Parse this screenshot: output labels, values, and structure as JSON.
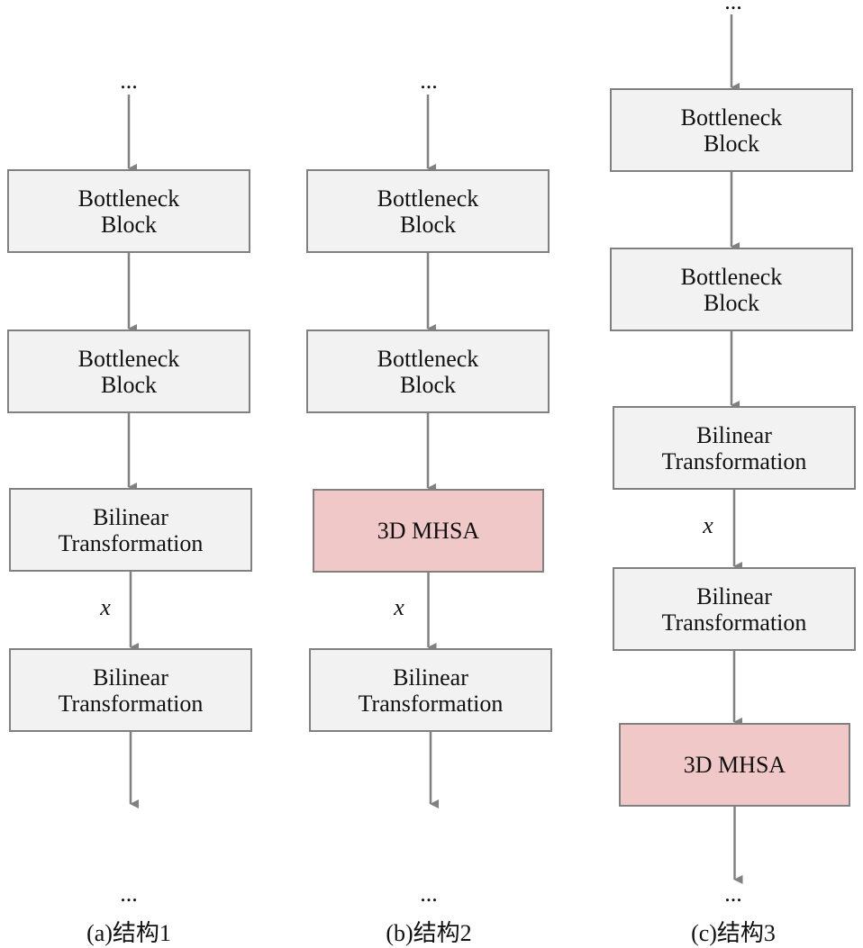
{
  "diagram": {
    "ellipsis": "...",
    "edge_label": "x",
    "colors": {
      "block_fill": "#f2f2f2",
      "attention_fill": "#f0c8c8",
      "stroke": "#808080"
    },
    "columns": [
      {
        "caption": "(a)结构1",
        "blocks": [
          {
            "label": "Bottleneck\nBlock",
            "kind": "gray"
          },
          {
            "label": "Bottleneck\nBlock",
            "kind": "gray"
          },
          {
            "label": "Bilinear\nTransformation",
            "kind": "gray"
          },
          {
            "label": "Bilinear\nTransformation",
            "kind": "gray"
          }
        ],
        "edge_labels": [
          "",
          "",
          "",
          "x",
          ""
        ]
      },
      {
        "caption": "(b)结构2",
        "blocks": [
          {
            "label": "Bottleneck\nBlock",
            "kind": "gray"
          },
          {
            "label": "Bottleneck\nBlock",
            "kind": "gray"
          },
          {
            "label": "3D MHSA",
            "kind": "pink"
          },
          {
            "label": "Bilinear\nTransformation",
            "kind": "gray"
          }
        ],
        "edge_labels": [
          "",
          "",
          "",
          "x",
          ""
        ]
      },
      {
        "caption": "(c)结构3",
        "blocks": [
          {
            "label": "Bottleneck\nBlock",
            "kind": "gray"
          },
          {
            "label": "Bottleneck\nBlock",
            "kind": "gray"
          },
          {
            "label": "Bilinear\nTransformation",
            "kind": "gray"
          },
          {
            "label": "Bilinear\nTransformation",
            "kind": "gray"
          },
          {
            "label": "3D MHSA",
            "kind": "pink"
          }
        ],
        "edge_labels": [
          "",
          "",
          "",
          "x",
          "",
          ""
        ]
      }
    ]
  }
}
